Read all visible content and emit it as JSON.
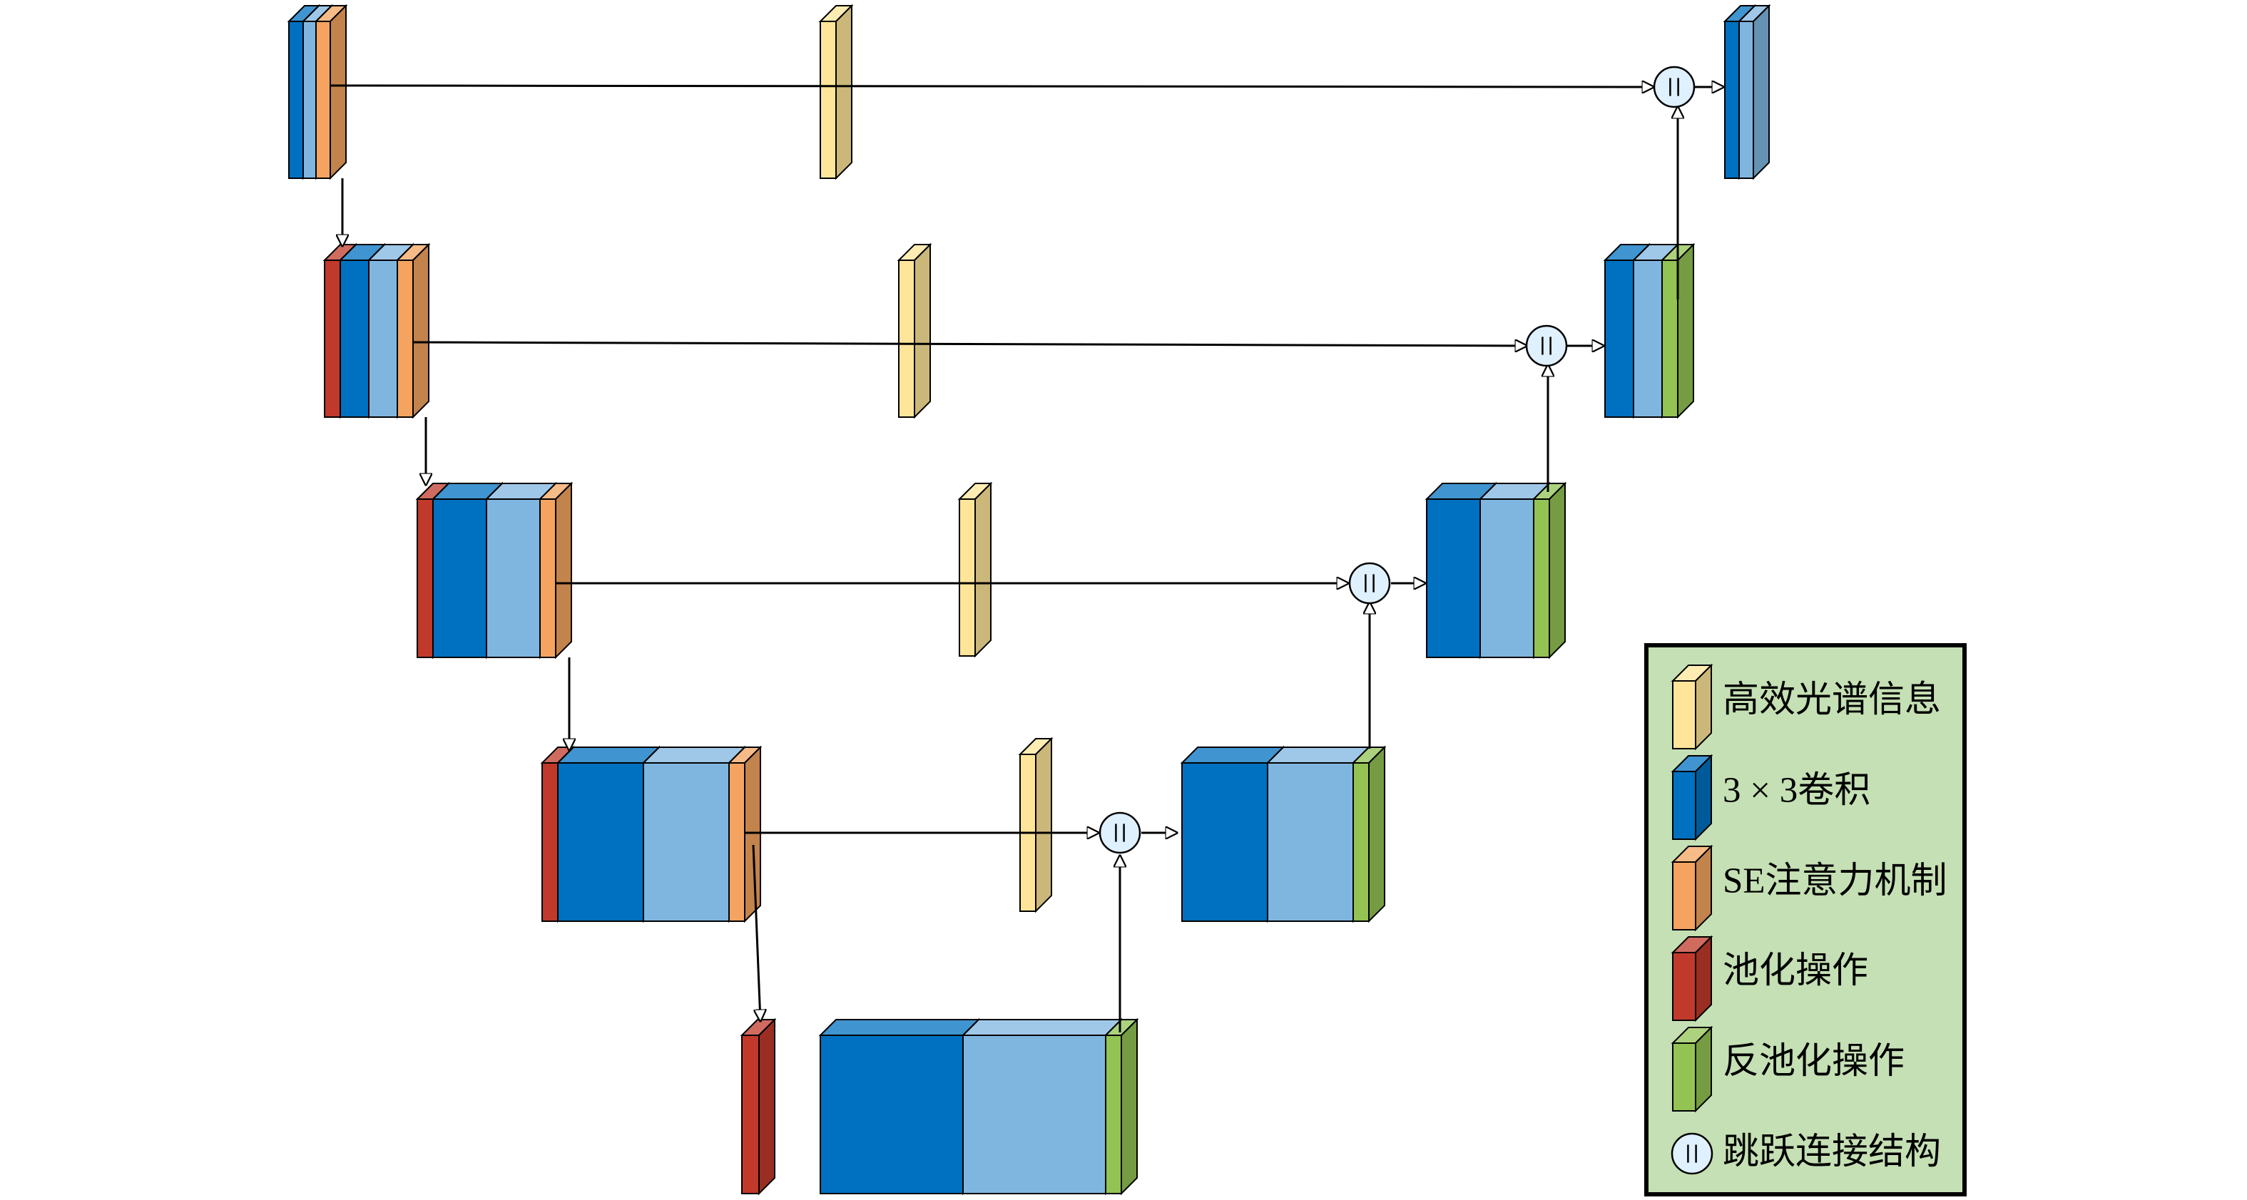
{
  "colors": {
    "spectral": "#ffe59a",
    "conv_dark": "#0070c0",
    "conv_light": "#7fb6e0",
    "se": "#f4a460",
    "pool": "#c0392b",
    "unpool": "#92c353",
    "skip_fill": "#dff0ff",
    "legend_bg": "#c5e0b4",
    "line": "#000000"
  },
  "legend": {
    "items": [
      {
        "key": "spectral",
        "label": "高效光谱信息"
      },
      {
        "key": "conv",
        "label": "3 × 3卷积"
      },
      {
        "key": "se",
        "label": "SE注意力机制"
      },
      {
        "key": "pool",
        "label": "池化操作"
      },
      {
        "key": "unpool",
        "label": "反池化操作"
      },
      {
        "key": "skip",
        "label": "跳跃连接结构"
      }
    ]
  }
}
